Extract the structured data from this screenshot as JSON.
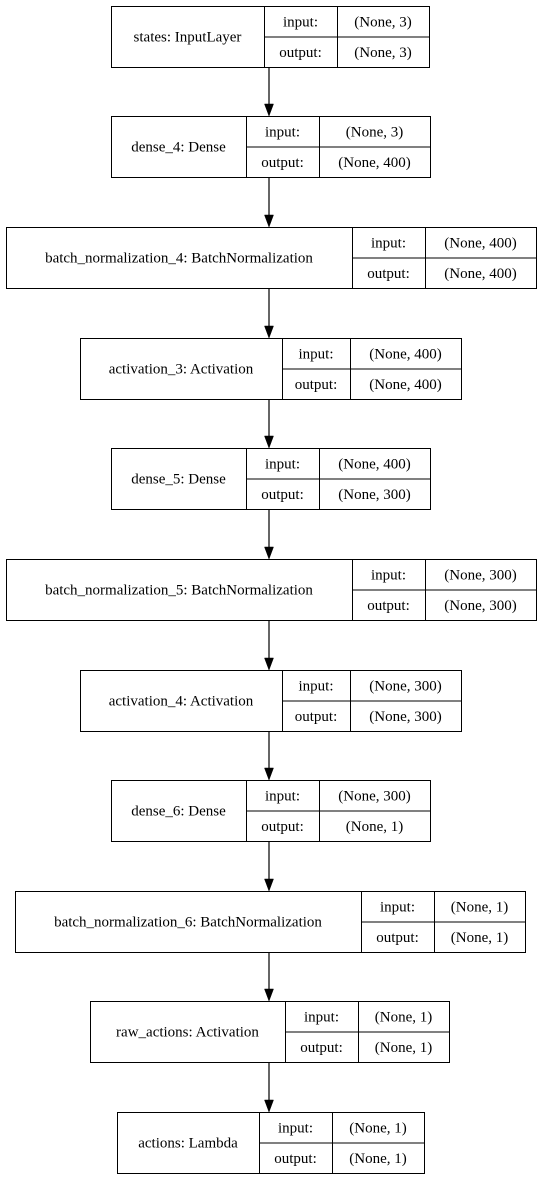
{
  "diagram": {
    "row_labels": {
      "input": "input:",
      "output": "output:"
    },
    "layers": [
      {
        "name": "states: InputLayer",
        "input": "(None, 3)",
        "output": "(None, 3)"
      },
      {
        "name": "dense_4: Dense",
        "input": "(None, 3)",
        "output": "(None, 400)"
      },
      {
        "name": "batch_normalization_4: BatchNormalization",
        "input": "(None, 400)",
        "output": "(None, 400)"
      },
      {
        "name": "activation_3: Activation",
        "input": "(None, 400)",
        "output": "(None, 400)"
      },
      {
        "name": "dense_5: Dense",
        "input": "(None, 400)",
        "output": "(None, 300)"
      },
      {
        "name": "batch_normalization_5: BatchNormalization",
        "input": "(None, 300)",
        "output": "(None, 300)"
      },
      {
        "name": "activation_4: Activation",
        "input": "(None, 300)",
        "output": "(None, 300)"
      },
      {
        "name": "dense_6: Dense",
        "input": "(None, 300)",
        "output": "(None, 1)"
      },
      {
        "name": "batch_normalization_6: BatchNormalization",
        "input": "(None, 1)",
        "output": "(None, 1)"
      },
      {
        "name": "raw_actions: Activation",
        "input": "(None, 1)",
        "output": "(None, 1)"
      },
      {
        "name": "actions: Lambda",
        "input": "(None, 1)",
        "output": "(None, 1)"
      }
    ],
    "colors": {
      "stroke": "#000000",
      "fill": "#ffffff",
      "text": "#000000"
    }
  }
}
